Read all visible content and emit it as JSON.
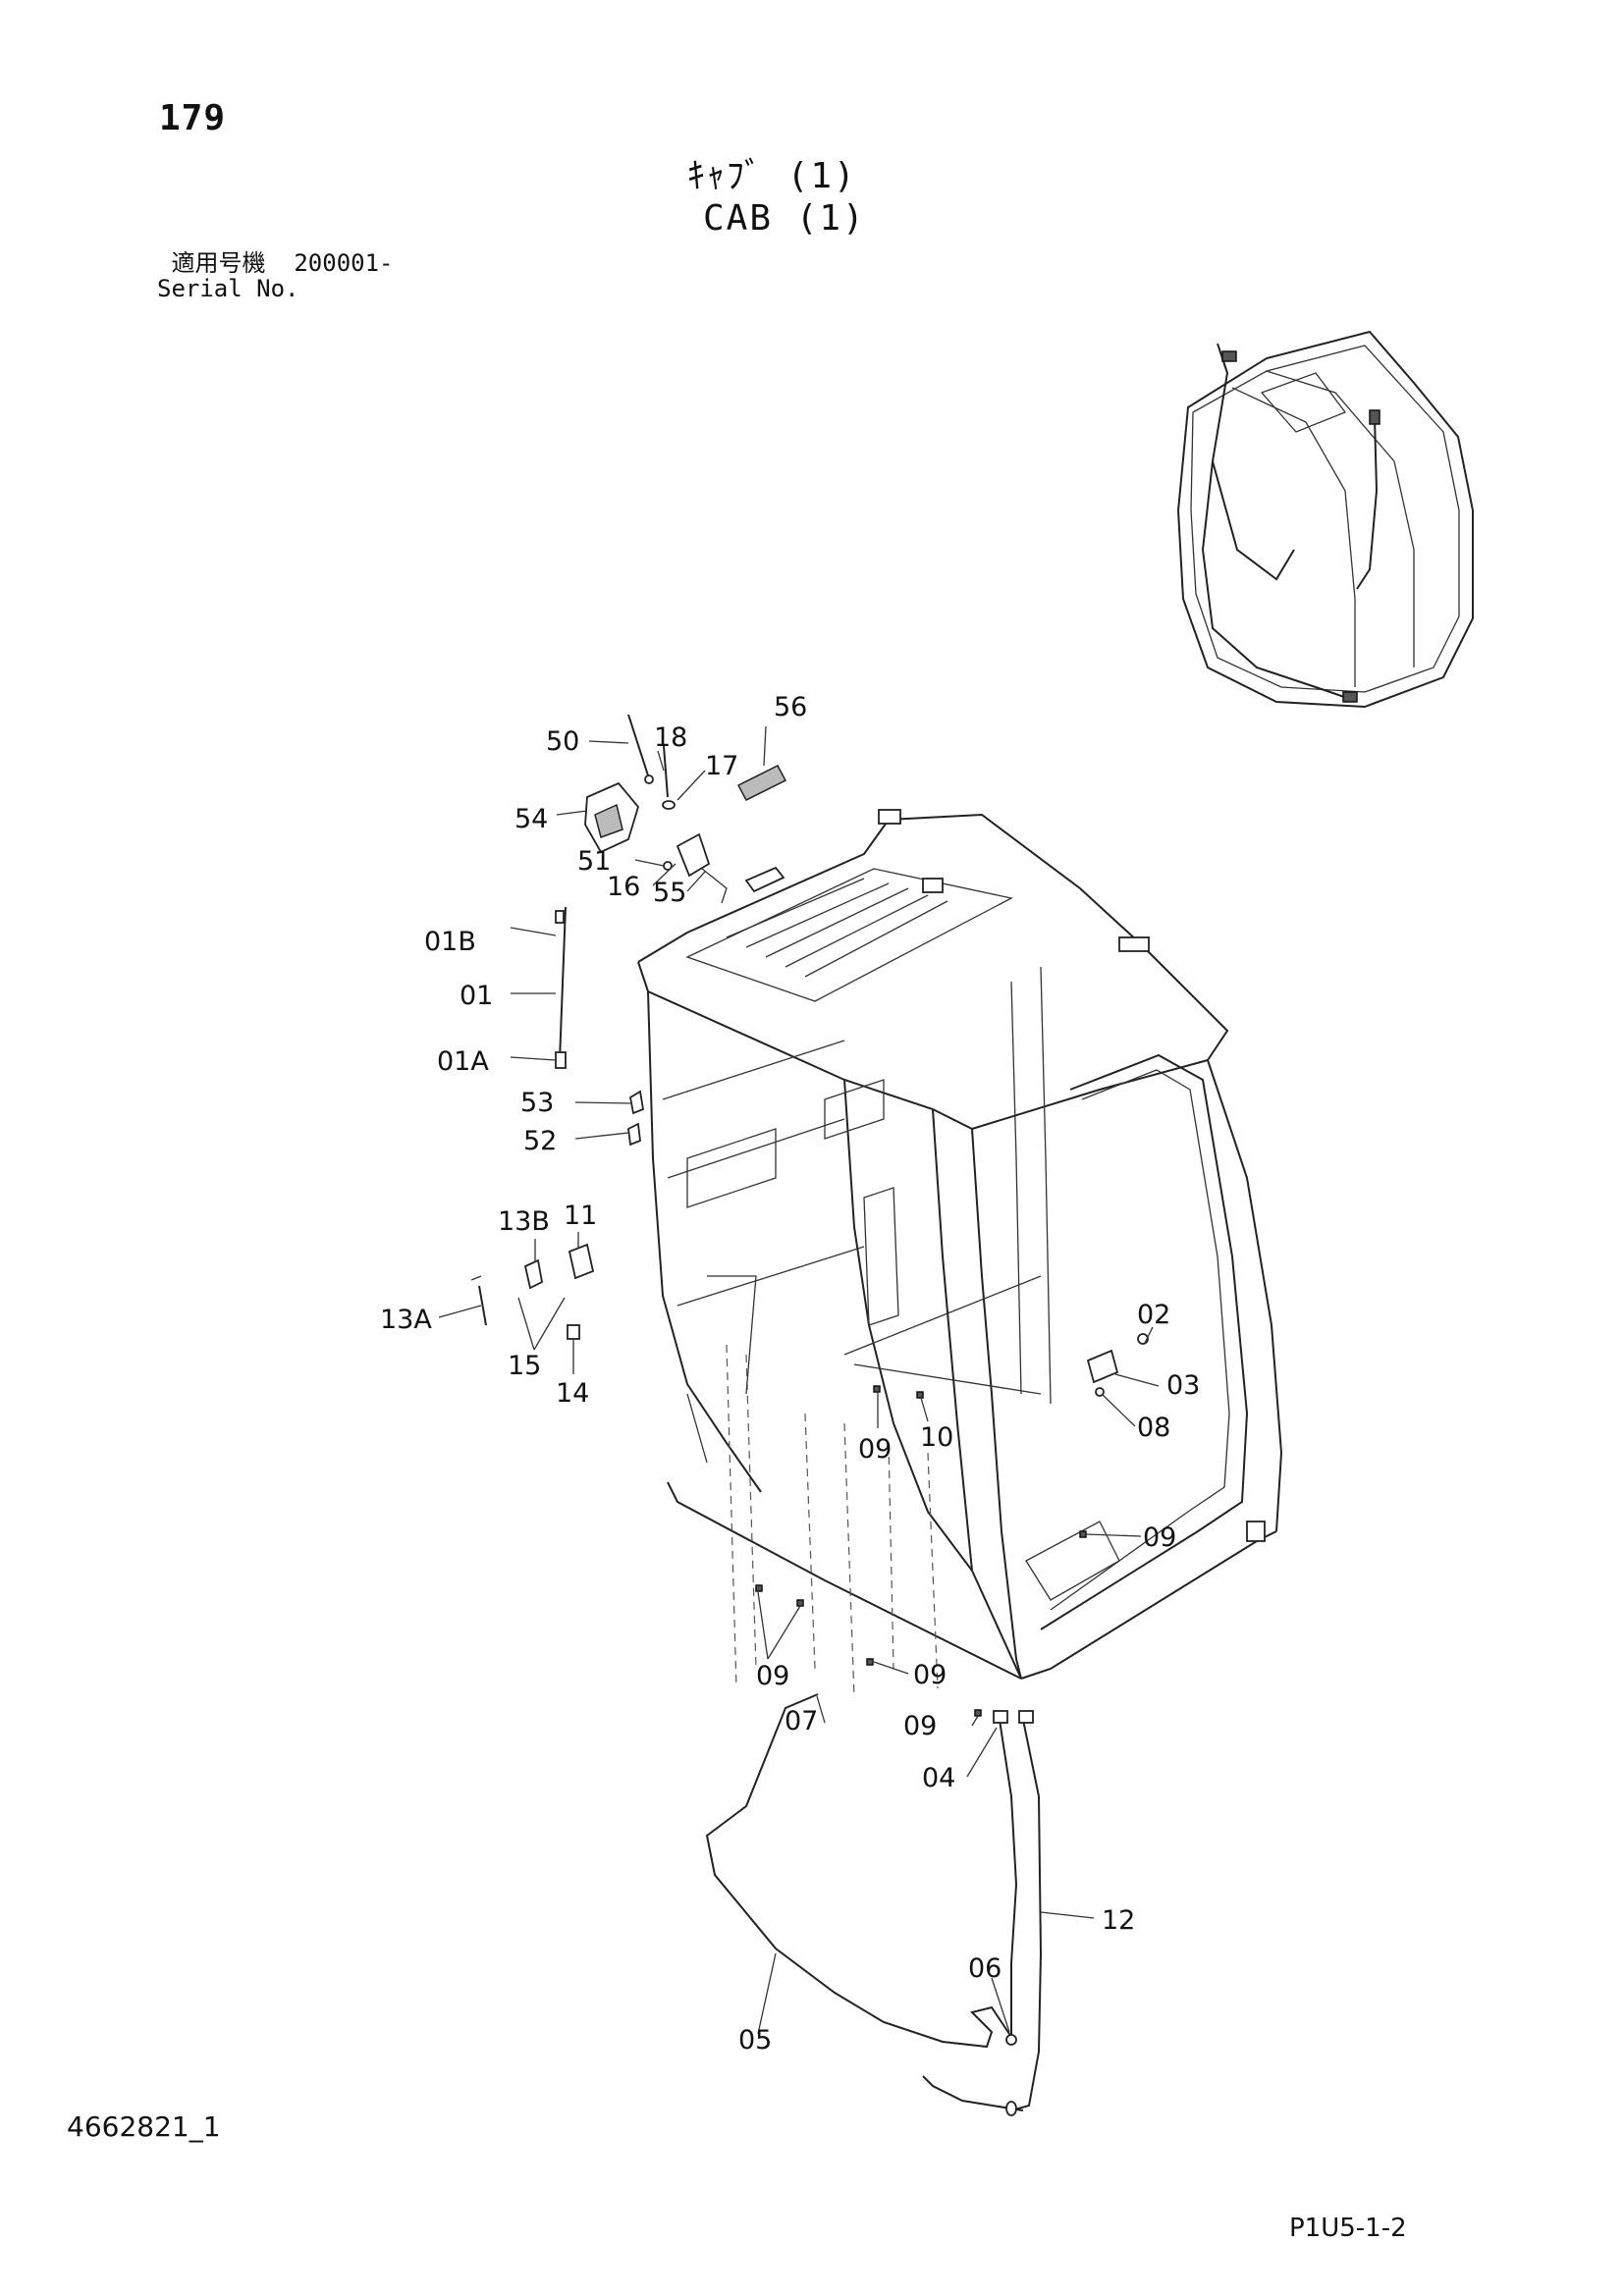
{
  "header": {
    "page_number": "179",
    "title_jp": "ｷｬﾌﾞ (1)",
    "title_en": "CAB (1)",
    "serial_label_jp": "適用号機",
    "serial_value": "200001-",
    "serial_label_en": "Serial No."
  },
  "callouts": {
    "c01": "01",
    "c01A": "01A",
    "c01B": "01B",
    "c02": "02",
    "c03": "03",
    "c04": "04",
    "c05": "05",
    "c06": "06",
    "c07": "07",
    "c08": "08",
    "c09a": "09",
    "c09b": "09",
    "c09c": "09",
    "c09d": "09",
    "c09e": "09",
    "c10": "10",
    "c11": "11",
    "c12": "12",
    "c13A": "13A",
    "c13B": "13B",
    "c14": "14",
    "c15": "15",
    "c16": "16",
    "c17": "17",
    "c18": "18",
    "c50": "50",
    "c51": "51",
    "c52": "52",
    "c53": "53",
    "c54": "54",
    "c55": "55",
    "c56": "56"
  },
  "footer": {
    "drawing_number": "4662821_1",
    "page_code": "P1U5-1-2"
  }
}
